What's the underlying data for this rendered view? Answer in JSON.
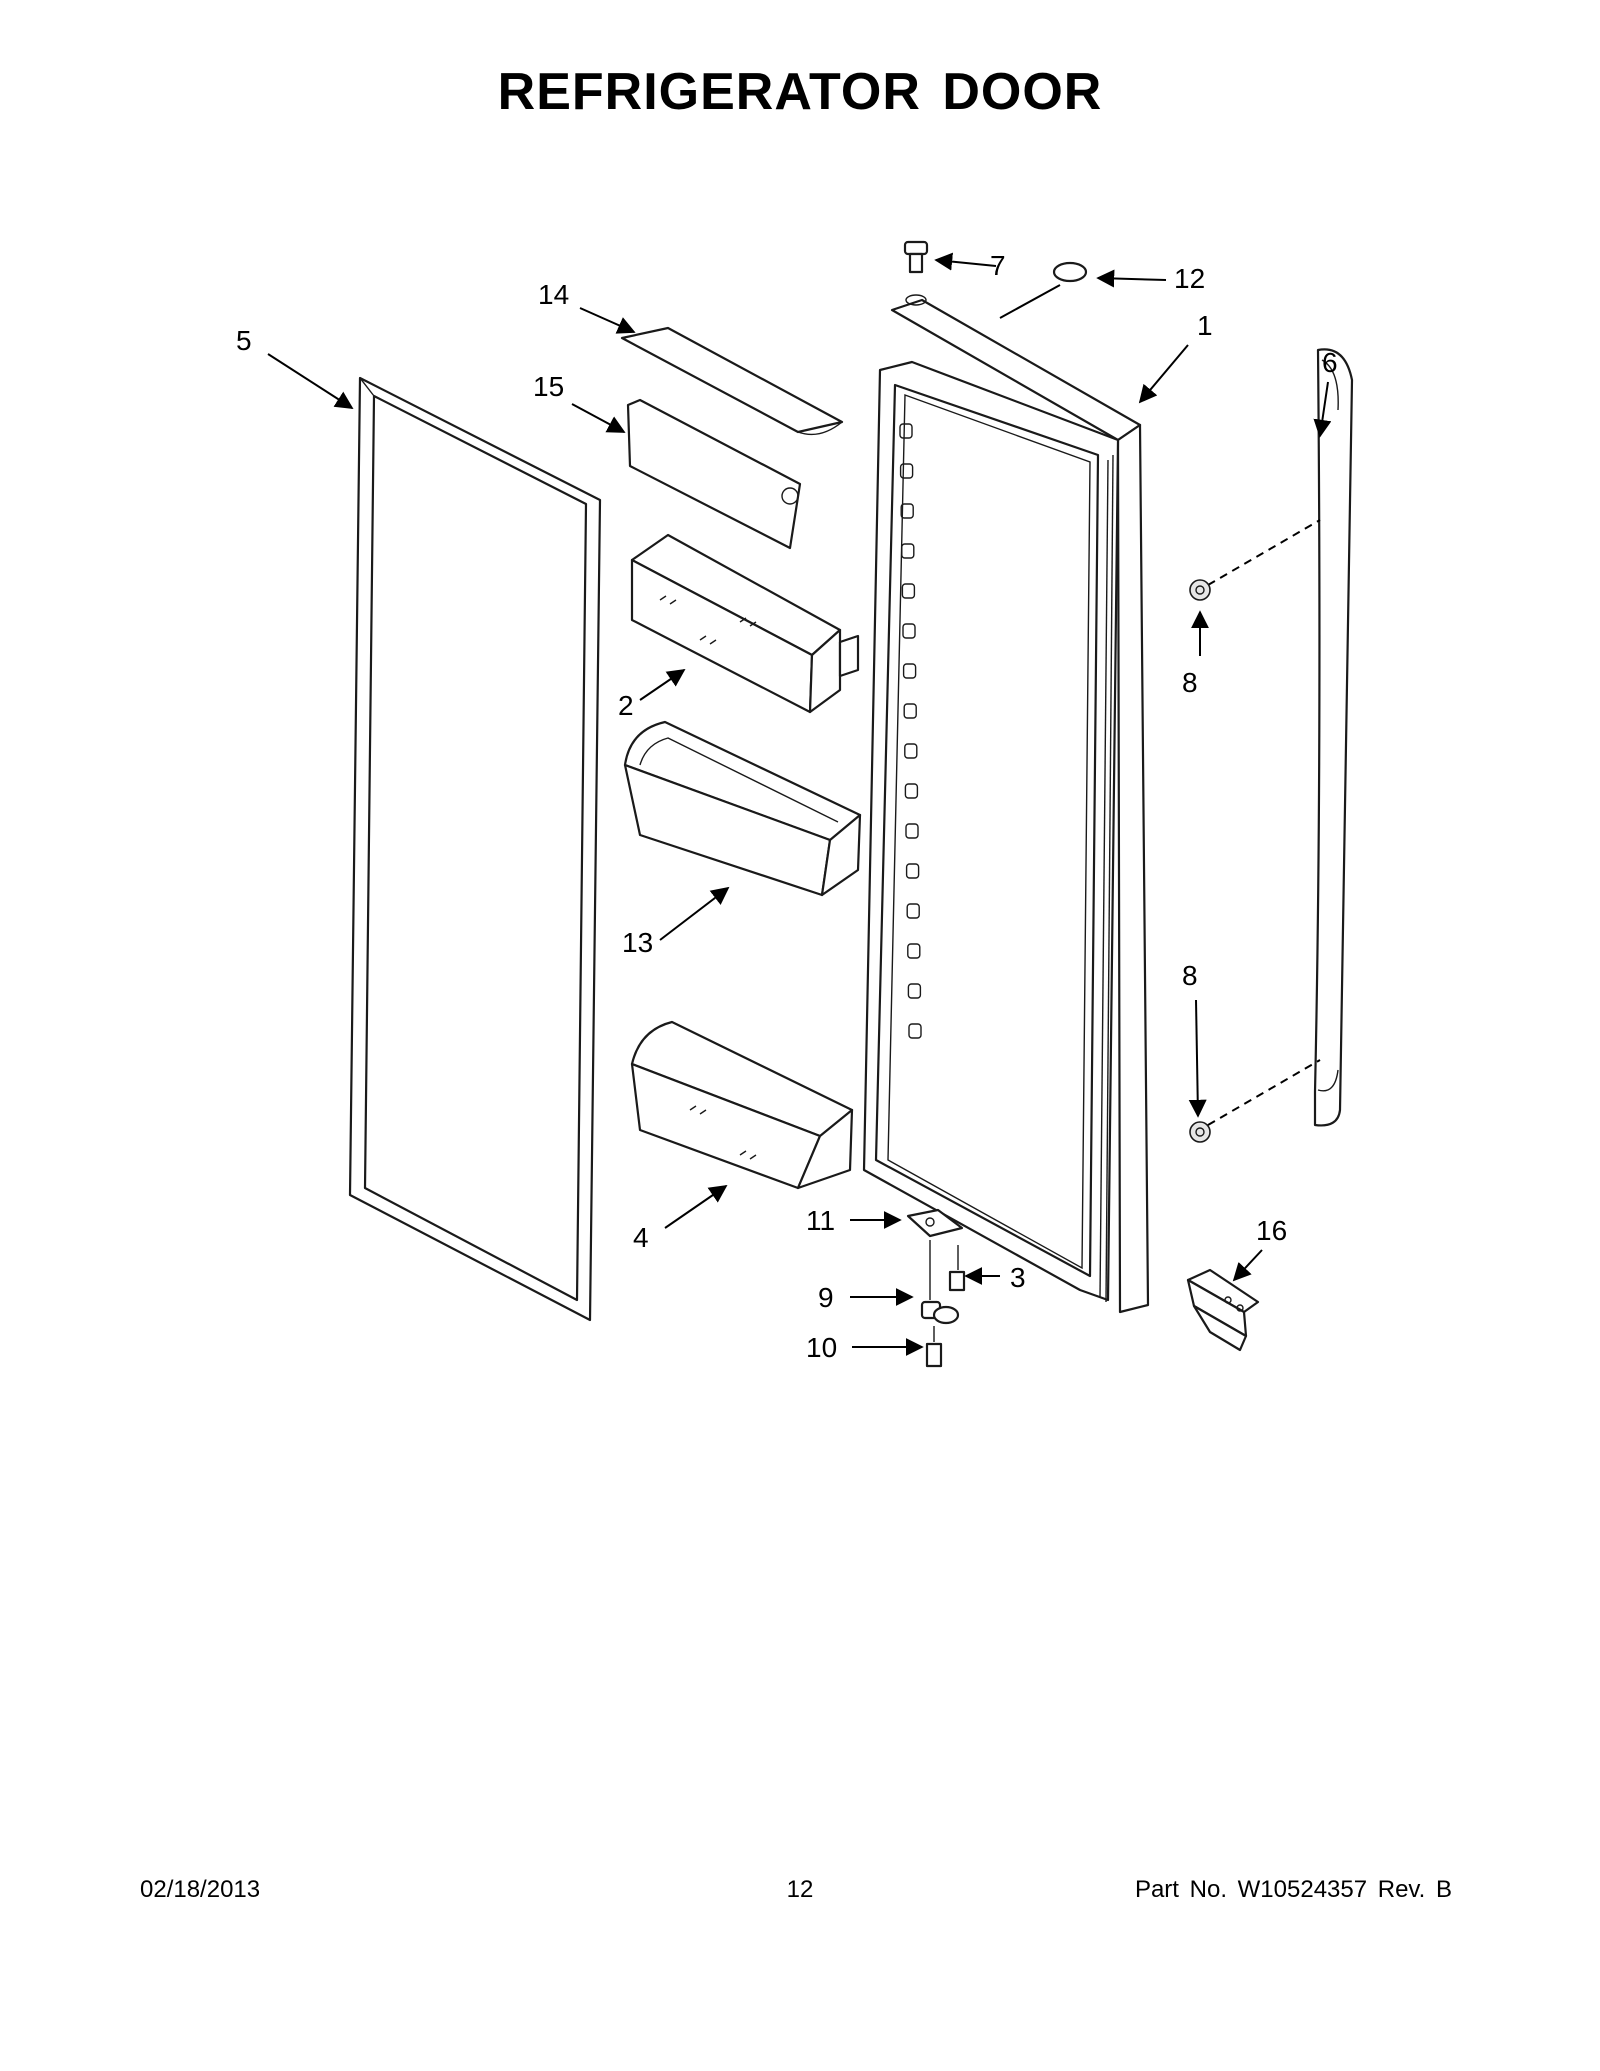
{
  "title": "REFRIGERATOR DOOR",
  "footer": {
    "date": "02/18/2013",
    "page": "12",
    "part_no": "Part No.  W10524357  Rev.  B"
  },
  "callouts": [
    {
      "id": "c1",
      "label": "1"
    },
    {
      "id": "c2",
      "label": "2"
    },
    {
      "id": "c3",
      "label": "3"
    },
    {
      "id": "c4",
      "label": "4"
    },
    {
      "id": "c5",
      "label": "5"
    },
    {
      "id": "c6",
      "label": "6"
    },
    {
      "id": "c7",
      "label": "7"
    },
    {
      "id": "c8a",
      "label": "8"
    },
    {
      "id": "c8b",
      "label": "8"
    },
    {
      "id": "c9",
      "label": "9"
    },
    {
      "id": "c10",
      "label": "10"
    },
    {
      "id": "c11",
      "label": "11"
    },
    {
      "id": "c12",
      "label": "12"
    },
    {
      "id": "c13",
      "label": "13"
    },
    {
      "id": "c14",
      "label": "14"
    },
    {
      "id": "c15",
      "label": "15"
    },
    {
      "id": "c16",
      "label": "16"
    }
  ]
}
